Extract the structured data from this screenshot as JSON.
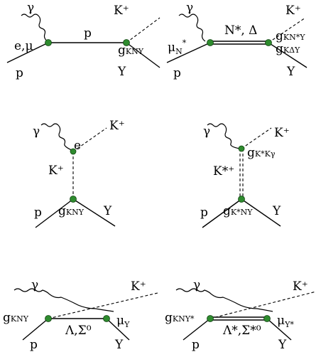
{
  "diagrams": {
    "d1": {
      "photon": "γ",
      "kaon": "K⁺",
      "lepton_vertex": "e,μ",
      "proton_top": "p",
      "proton_bottom": "p",
      "hyperon": "Y",
      "coupling": "g",
      "coupling_sub": "KNY"
    },
    "d2": {
      "photon": "γ",
      "kaon": "K⁺",
      "moment": "μ",
      "moment_sub": "N",
      "moment_sup": "*",
      "propagator": "N*, Δ",
      "proton": "p",
      "hyperon": "Y",
      "coupling1": "g",
      "coupling1_sub": "KN*Y",
      "coupling2": "g",
      "coupling2_sub": "KΔY"
    },
    "d3": {
      "photon": "γ",
      "charge": "e",
      "kaon": "K⁺",
      "exchange": "K⁺",
      "proton": "p",
      "hyperon": "Y",
      "coupling": "g",
      "coupling_sub": "KNY"
    },
    "d4": {
      "photon": "γ",
      "kaon": "K⁺",
      "exchange": "K*⁺",
      "proton": "p",
      "hyperon": "Y",
      "coupling_top": "g",
      "coupling_top_sub": "K*Kγ",
      "coupling_bottom": "g",
      "coupling_bottom_sub": "K*NY"
    },
    "d5": {
      "photon": "γ",
      "kaon": "K⁺",
      "coupling": "g",
      "coupling_sub": "KNY",
      "propagator": "Λ,Σ⁰",
      "moment": "μ",
      "moment_sub": "Y",
      "proton": "p",
      "hyperon": "Y"
    },
    "d6": {
      "photon": "γ",
      "kaon": "K⁺",
      "coupling": "g",
      "coupling_sub": "KNY*",
      "propagator": "Λ*,Σ*⁰",
      "moment": "μ",
      "moment_sub": "Y*",
      "proton": "p",
      "hyperon": "Y"
    },
    "vertex_color": "#2e8b2e"
  }
}
